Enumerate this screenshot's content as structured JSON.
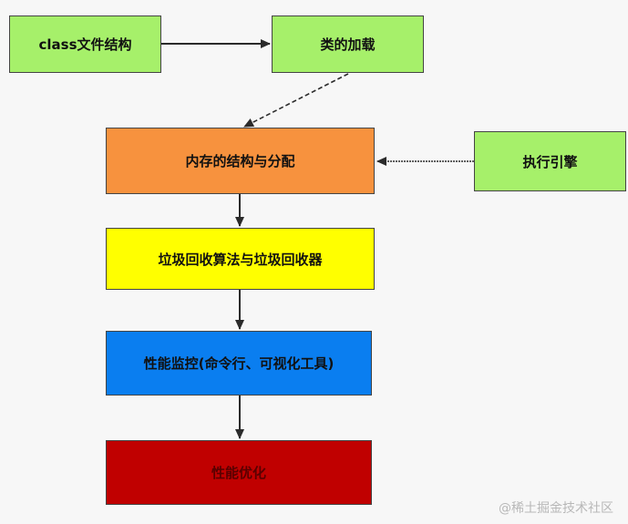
{
  "colors": {
    "green": "#a6f06a",
    "orange": "#f7923e",
    "yellow": "#ffff00",
    "blue": "#0a7ef0",
    "dark_red": "#c00000",
    "edge": "#2b2b2b"
  },
  "nodes": {
    "class_file_structure": {
      "label": "class文件结构",
      "color": "#a6f06a"
    },
    "class_loading": {
      "label": "类的加载",
      "color": "#a6f06a"
    },
    "memory_structure": {
      "label": "内存的结构与分配",
      "color": "#f7923e"
    },
    "execution_engine": {
      "label": "执行引擎",
      "color": "#a6f06a"
    },
    "gc": {
      "label": "垃圾回收算法与垃圾回收器",
      "color": "#ffff00"
    },
    "monitoring": {
      "label": "性能监控(命令行、可视化工具)",
      "color": "#0a7ef0"
    },
    "tuning": {
      "label": "性能优化",
      "color": "#c00000"
    }
  },
  "edges": [
    {
      "from": "class_file_structure",
      "to": "class_loading"
    },
    {
      "from": "class_loading",
      "to": "memory_structure"
    },
    {
      "from": "execution_engine",
      "to": "memory_structure"
    },
    {
      "from": "memory_structure",
      "to": "gc"
    },
    {
      "from": "gc",
      "to": "monitoring"
    },
    {
      "from": "monitoring",
      "to": "tuning"
    }
  ],
  "watermark": "@稀土掘金技术社区"
}
